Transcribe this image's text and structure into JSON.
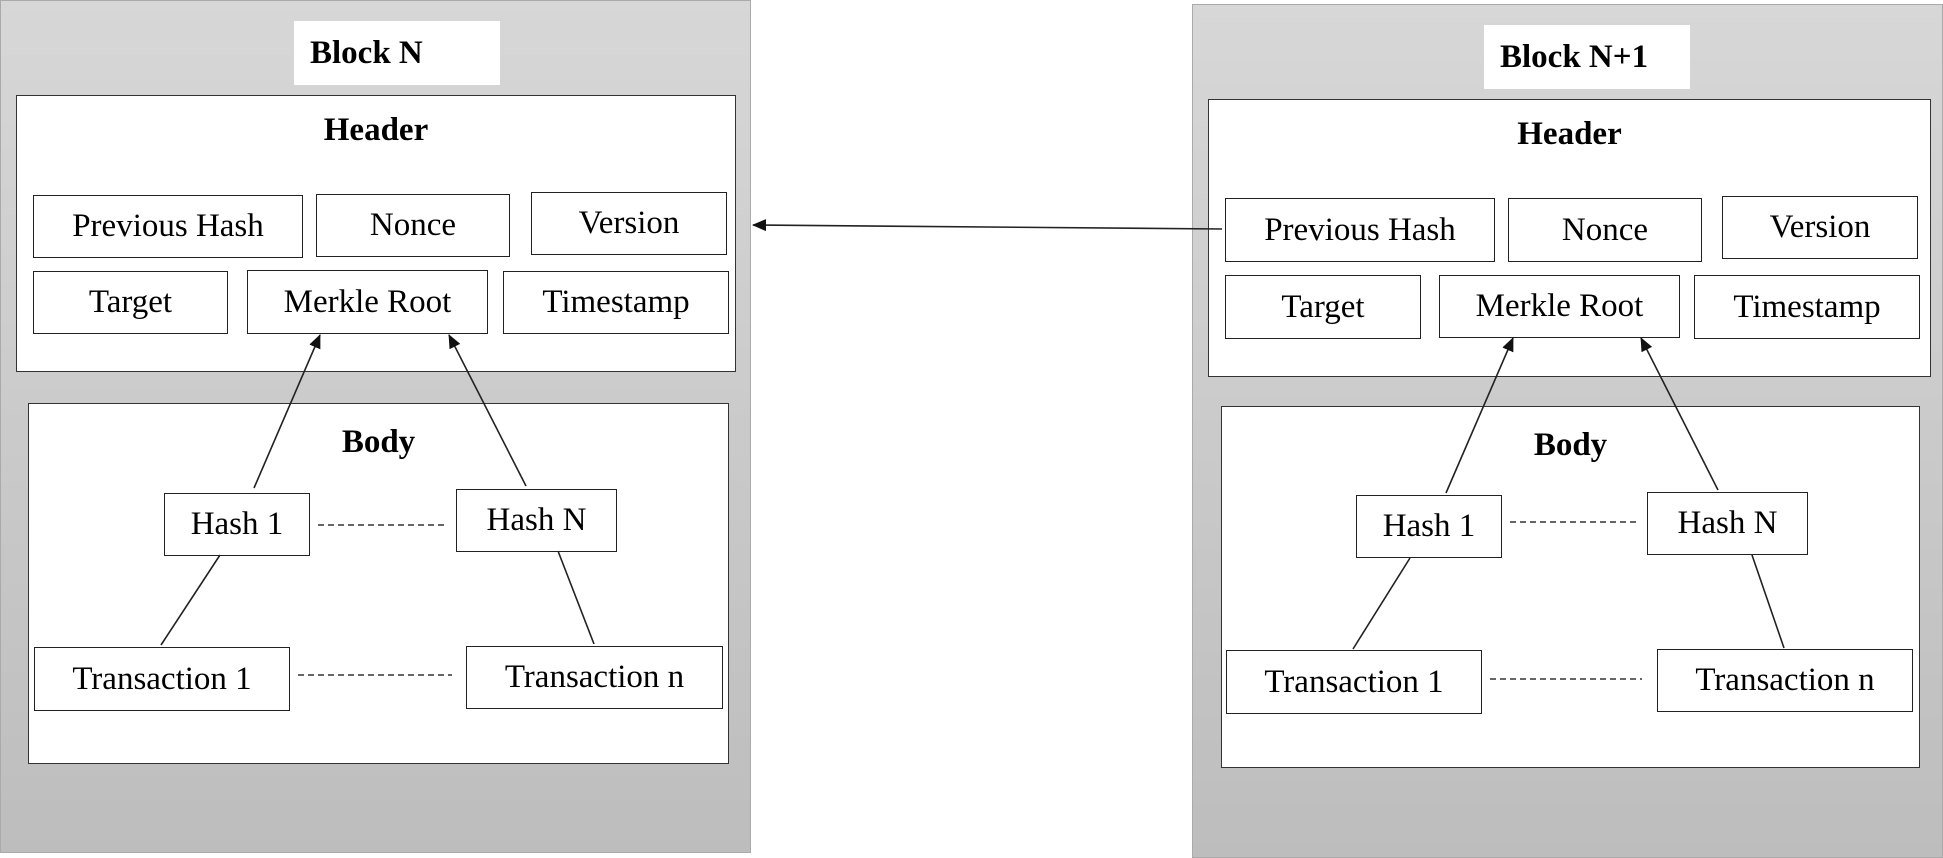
{
  "blocks": [
    {
      "title": "Block N",
      "header": {
        "title": "Header",
        "fields": [
          "Previous Hash",
          "Nonce",
          "Version",
          "Target",
          "Merkle Root",
          "Timestamp"
        ]
      },
      "body": {
        "title": "Body",
        "hash_first": "Hash 1",
        "hash_last": "Hash N",
        "tx_first": "Transaction 1",
        "tx_last": "Transaction n"
      }
    },
    {
      "title": "Block N+1",
      "header": {
        "title": "Header",
        "fields": [
          "Previous Hash",
          "Nonce",
          "Version",
          "Target",
          "Merkle Root",
          "Timestamp"
        ]
      },
      "body": {
        "title": "Body",
        "hash_first": "Hash 1",
        "hash_last": "Hash N",
        "tx_first": "Transaction 1",
        "tx_last": "Transaction n"
      }
    }
  ]
}
